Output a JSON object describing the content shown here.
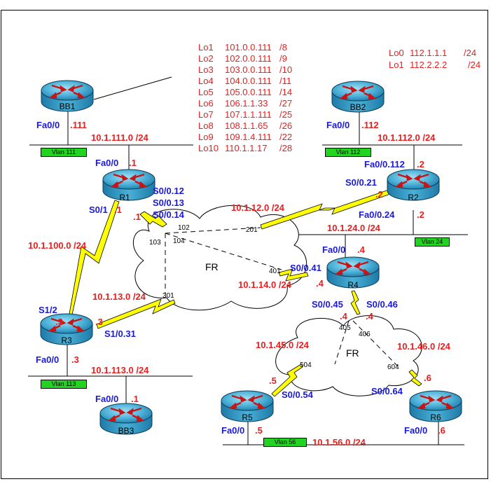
{
  "routers": {
    "bb1": "BB1",
    "bb2": "BB2",
    "bb3": "BB3",
    "r1": "R1",
    "r2": "R2",
    "r3": "R3",
    "r4": "R4",
    "r5": "R5",
    "r6": "R6"
  },
  "loopbacks_bb1": [
    {
      "name": "Lo1",
      "addr": "101.0.0.111",
      "mask": "/8"
    },
    {
      "name": "Lo2",
      "addr": "102.0.0.111",
      "mask": "/9"
    },
    {
      "name": "Lo3",
      "addr": "103.0.0.111",
      "mask": "/10"
    },
    {
      "name": "Lo4",
      "addr": "104.0.0.111",
      "mask": "/11"
    },
    {
      "name": "Lo5",
      "addr": "105.0.0.111",
      "mask": "/14"
    },
    {
      "name": "Lo6",
      "addr": "106.1.1.33",
      "mask": "/27"
    },
    {
      "name": "Lo7",
      "addr": "107.1.1.111",
      "mask": "/25"
    },
    {
      "name": "Lo8",
      "addr": "108.1.1.65",
      "mask": "/26"
    },
    {
      "name": "Lo9",
      "addr": "109.1.4.111",
      "mask": "/22"
    },
    {
      "name": "Lo10",
      "addr": "110.1.1.17",
      "mask": "/28"
    }
  ],
  "loopbacks_bb2": [
    {
      "name": "Lo0",
      "addr": "112.1.1.1",
      "mask": "/24"
    },
    {
      "name": "Lo1",
      "addr": "112.2.2.2",
      "mask": "/24"
    }
  ],
  "interfaces": {
    "bb1_fa": "Fa0/0",
    "bb1_ip": ".111",
    "bb2_fa": "Fa0/0",
    "bb2_ip": ".112",
    "r1_fa": "Fa0/0",
    "r1_fa_ip": ".1",
    "r1_s012": "S0/0.12",
    "r1_s013": "S0/0.13",
    "r1_s014": "S0/0.14",
    "r1_s01": "S0/1",
    "r1_s01_ip": ".1",
    "r1_fr_ip": ".1",
    "r2_fa112": "Fa0/0.112",
    "r2_fa112_ip": ".2",
    "r2_s021": "S0/0.21",
    "r2_s021_ip": ".2",
    "r2_fa024": "Fa0/0.24",
    "r2_fa024_ip": ".2",
    "r4_fa": "Fa0/0",
    "r4_fa_ip": ".4",
    "r4_s041": "S0/0.41",
    "r4_s041_ip": ".4",
    "r4_s045": "S0/0.45",
    "r4_s045_ip": ".4",
    "r4_s046": "S0/0.46",
    "r4_s046_ip": ".4",
    "r3_s12": "S1/2",
    "r3_s12_ip": ".3",
    "r3_s131": "S1/0.31",
    "r3_s131_ip": ".3",
    "r3_fa": "Fa0/0",
    "r3_fa_ip": ".3",
    "bb3_fa": "Fa0/0",
    "bb3_ip": ".1",
    "r5_s054": "S0/0.54",
    "r5_s054_ip": ".5",
    "r5_fa": "Fa0/0",
    "r5_fa_ip": ".5",
    "r6_s064": "S0/0.64",
    "r6_s064_ip": ".6",
    "r6_fa": "Fa0/0",
    "r6_fa_ip": ".6"
  },
  "subnets": {
    "net_111": "10.1.111.0 /24",
    "net_112": "10.1.112.0 /24",
    "net_12": "10.1.12.0 /24",
    "net_24": "10.1.24.0 /24",
    "net_100": "10.1.100.0 /24",
    "net_13": "10.1.13.0 /24",
    "net_14": "10.1.14.0 /24",
    "net_113": "10.1.113.0 /24",
    "net_45": "10.1.45.0 /24",
    "net_46": "10.1.46.0 /24",
    "net_56": "10.1.56.0 /24"
  },
  "vlans": {
    "v111": "Vlan 111",
    "v112": "Vlan 112",
    "v24": "Vlan 24",
    "v113": "Vlan 113",
    "v56": "Vlan 56"
  },
  "frame_relay": {
    "cloud1_label": "FR",
    "cloud2_label": "FR",
    "dlci_102": "102",
    "dlci_103": "103",
    "dlci_104": "104",
    "dlci_201": "201",
    "dlci_301": "301",
    "dlci_401": "401",
    "dlci_405": "405",
    "dlci_406": "406",
    "dlci_504": "504",
    "dlci_604": "604"
  },
  "colors": {
    "interface_blue": "#1a1ad6",
    "address_red": "#e62020",
    "vlan_green": "#22d322",
    "serial_yellow": "#ffff00",
    "router_body": "#3d9bc4"
  }
}
